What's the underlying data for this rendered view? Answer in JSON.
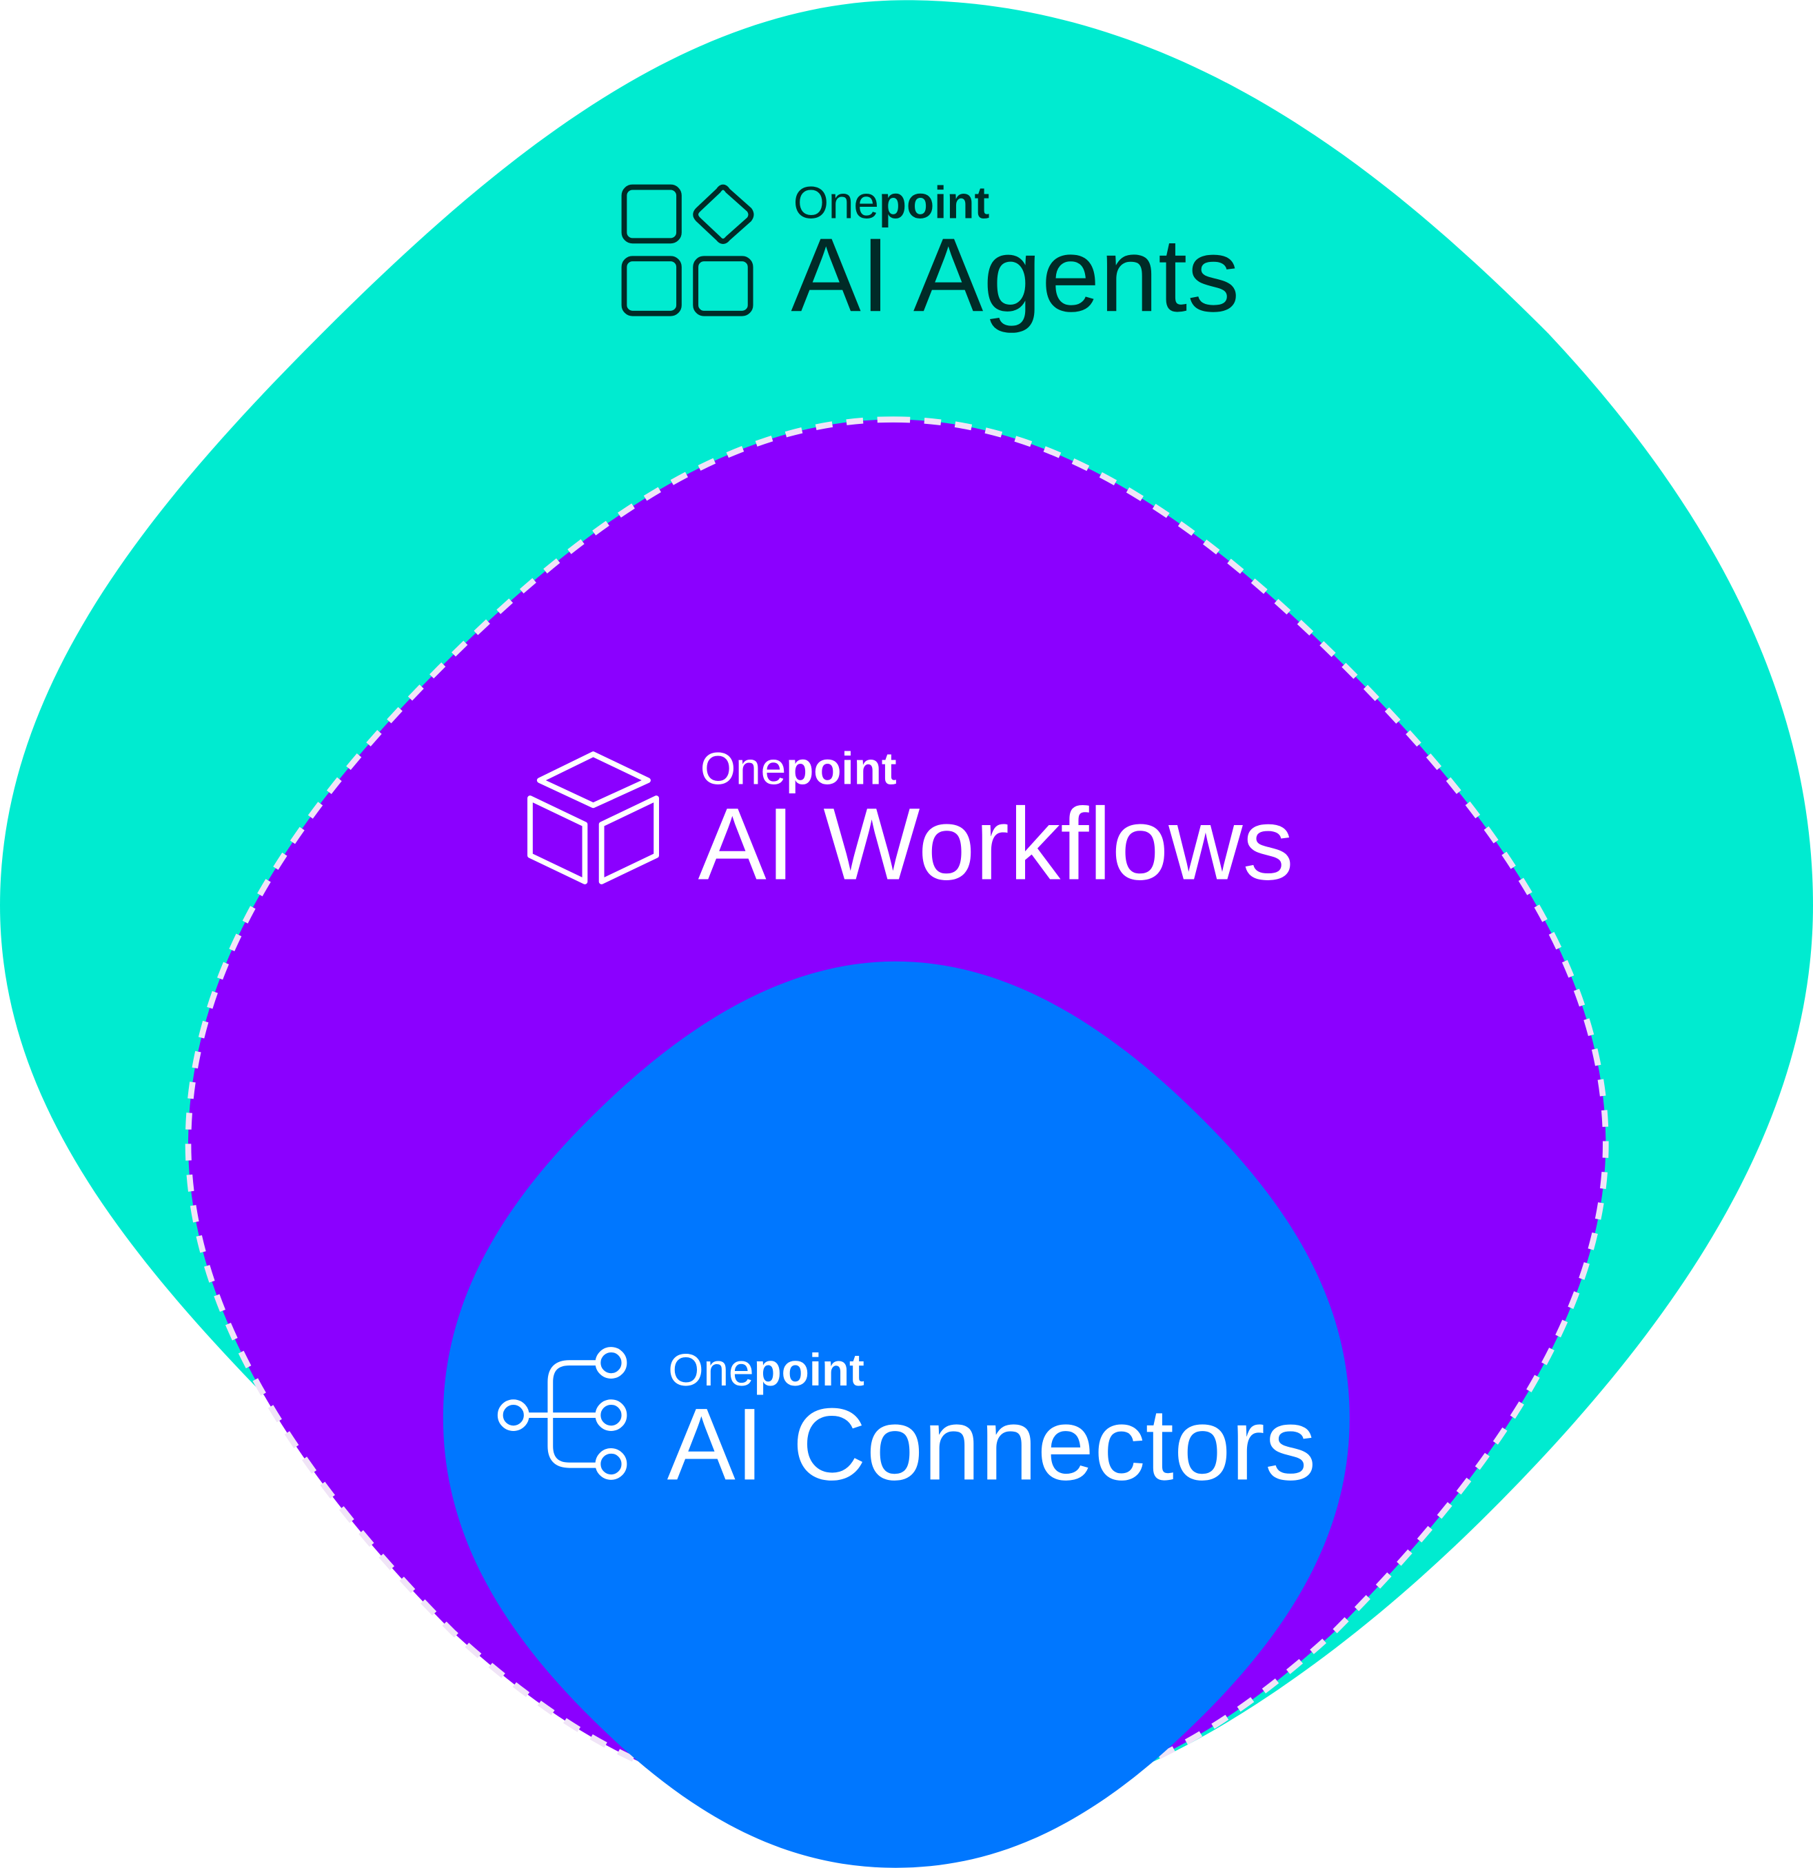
{
  "colors": {
    "agents": "#00EBD0",
    "workflows": "#8B00FF",
    "connectors": "#0077FF",
    "dark_text": "#002B27",
    "light_text": "#FFFFFF",
    "dash": "#F0E4F7"
  },
  "layers": [
    {
      "brand_light": "One",
      "brand_bold": "point",
      "title": "AI Agents",
      "icon": "grid-diamond-icon"
    },
    {
      "brand_light": "One",
      "brand_bold": "point",
      "title": "AI Workflows",
      "icon": "cube-icon"
    },
    {
      "brand_light": "One",
      "brand_bold": "point",
      "title": "AI Connectors",
      "icon": "connector-tree-icon"
    }
  ]
}
